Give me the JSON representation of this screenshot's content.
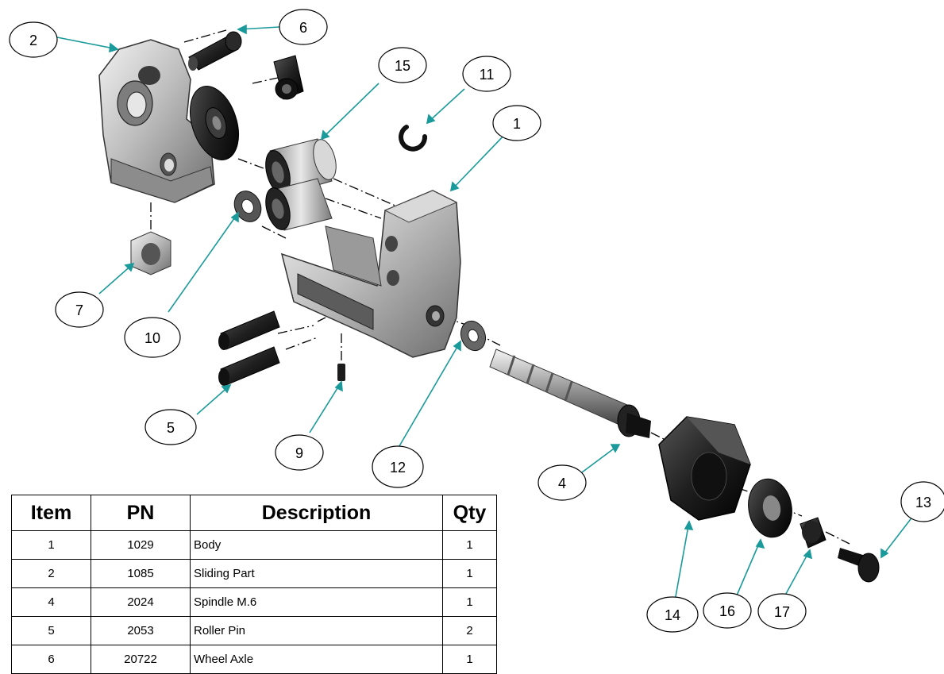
{
  "callouts": [
    {
      "label": "1"
    },
    {
      "label": "2"
    },
    {
      "label": "4"
    },
    {
      "label": "5"
    },
    {
      "label": "6"
    },
    {
      "label": "7"
    },
    {
      "label": "9"
    },
    {
      "label": "10"
    },
    {
      "label": "11"
    },
    {
      "label": "12"
    },
    {
      "label": "13"
    },
    {
      "label": "14"
    },
    {
      "label": "15"
    },
    {
      "label": "16"
    },
    {
      "label": "17"
    }
  ],
  "bom": {
    "headers": {
      "item": "Item",
      "pn": "PN",
      "description": "Description",
      "qty": "Qty"
    },
    "rows": [
      {
        "item": "1",
        "pn": "1029",
        "description": "Body",
        "qty": "1"
      },
      {
        "item": "2",
        "pn": "1085",
        "description": "Sliding Part",
        "qty": "1"
      },
      {
        "item": "4",
        "pn": "2024",
        "description": "Spindle M.6",
        "qty": "1"
      },
      {
        "item": "5",
        "pn": "2053",
        "description": "Roller Pin",
        "qty": "2"
      },
      {
        "item": "6",
        "pn": "20722",
        "description": "Wheel Axle",
        "qty": "1"
      }
    ]
  },
  "colors": {
    "leader": "#1a9a9a",
    "part_dark": "#1c1c1c",
    "part_metal": "#b9b9b9"
  }
}
